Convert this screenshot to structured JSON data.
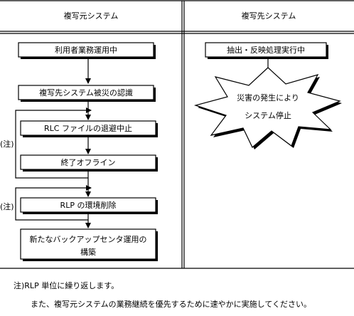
{
  "columns": {
    "left_header": "複写元システム",
    "right_header": "複写先システム"
  },
  "left_flow": {
    "step1": "利用者業務運用中",
    "step2": "複写先システム被災の認識",
    "step3": "RLC ファイルの退避中止",
    "step4": "終了オフライン",
    "step5": "RLP の環境削除",
    "step6_line1": "新たなバックアップセンタ運用の",
    "step6_line2": "構築"
  },
  "right_flow": {
    "step1": "抽出・反映処理実行中",
    "disaster_line1": "災害の発生により",
    "disaster_line2": "システム停止"
  },
  "loop_marks": {
    "loop1": "(注)",
    "loop2": "(注)"
  },
  "footnote": {
    "line1": "注)RLP 単位に繰り返します。",
    "line2": "また、複写元システムの業務継続を優先するために速やかに実施してください。"
  }
}
